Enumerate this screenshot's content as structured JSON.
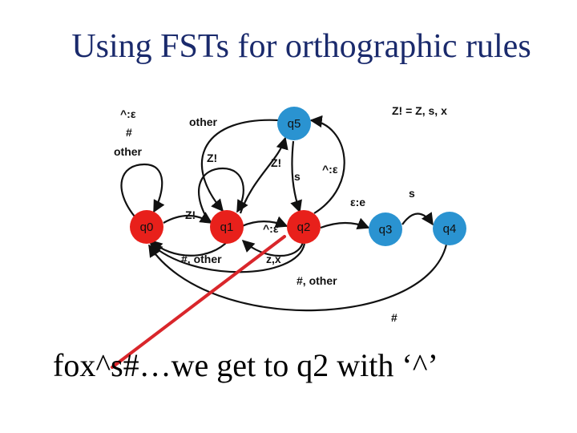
{
  "title": "Using FSTs for orthographic rules",
  "caption": "fox^s#…we get to q2 with ‘^’",
  "legend": "Z! = Z, s, x",
  "colors": {
    "title": "#1a2a6c",
    "state_red": "#e8201b",
    "state_blue": "#2a93d1",
    "pointer": "#d9262b"
  },
  "states": [
    {
      "id": "q0",
      "label": "q0",
      "color": "red"
    },
    {
      "id": "q1",
      "label": "q1",
      "color": "red"
    },
    {
      "id": "q2",
      "label": "q2",
      "color": "red"
    },
    {
      "id": "q3",
      "label": "q3",
      "color": "blue"
    },
    {
      "id": "q4",
      "label": "q4",
      "color": "blue"
    },
    {
      "id": "q5",
      "label": "q5",
      "color": "blue"
    }
  ],
  "labels": {
    "q0_loop_1": "^:ε",
    "q0_loop_2": "#",
    "q0_loop_3": "other",
    "q0_q1": "Z!",
    "q1_loop": "Z!",
    "q1_q0": "#, other",
    "q1_q2": "^:ε",
    "q2_q0": "#, other",
    "q2_q1": "z,x",
    "q5_q1": "other",
    "q1_q5": "Z!",
    "q5_q2": "s",
    "q2_q5": "^:ε",
    "q2_q3": "ε:e",
    "q3_q4": "s",
    "q4_q0": "#"
  }
}
